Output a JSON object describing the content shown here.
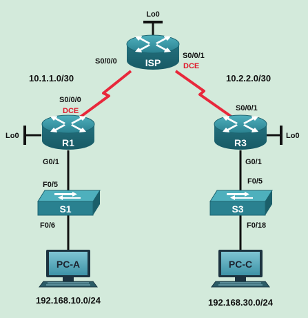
{
  "devices": {
    "isp": {
      "name": "ISP",
      "loopback": "Lo0"
    },
    "r1": {
      "name": "R1",
      "loopback": "Lo0"
    },
    "r3": {
      "name": "R3",
      "loopback": "Lo0"
    },
    "s1": {
      "name": "S1"
    },
    "s3": {
      "name": "S3"
    },
    "pca": {
      "name": "PC-A"
    },
    "pcc": {
      "name": "PC-C"
    }
  },
  "interfaces": {
    "isp_left": "S0/0/0",
    "isp_right": "S0/0/1",
    "isp_right_dce": "DCE",
    "r1_serial": "S0/0/0",
    "r1_serial_dce": "DCE",
    "r3_serial": "S0/0/1",
    "r1_g": "G0/1",
    "r3_g": "G0/1",
    "s1_up": "F0/5",
    "s1_down": "F0/6",
    "s3_up": "F0/5",
    "s3_down": "F0/18"
  },
  "networks": {
    "left_wan": "10.1.1.0/30",
    "right_wan": "10.2.2.0/30",
    "lan_a": "192.168.10.0/24",
    "lan_c": "192.168.30.0/24"
  },
  "colors": {
    "background": "#d3eadb",
    "serial_link": "#e8283b",
    "device": "#2d8492",
    "dce_label": "#e0182a"
  }
}
